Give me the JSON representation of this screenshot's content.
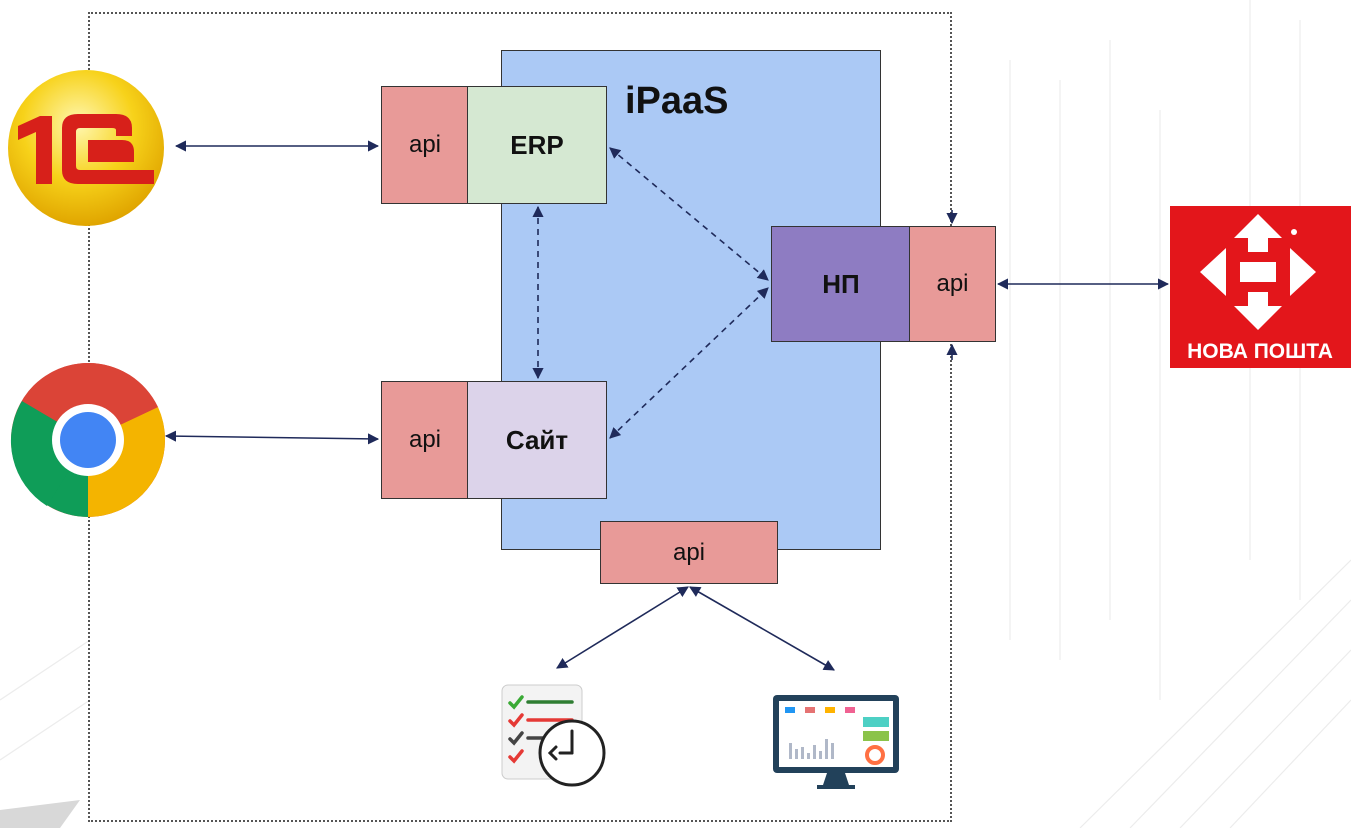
{
  "diagram": {
    "platform_title": "iPaaS",
    "api_label": "api",
    "erp_label": "ERP",
    "site_label": "Сайт",
    "np_label": "НП",
    "bottom_api_label": "api",
    "logos": {
      "onec_text": "1С",
      "nova_poshta_text": "НОВА ПОШТА"
    }
  },
  "colors": {
    "ipaas_bg": "#abc9f5",
    "api_bg": "#e89a98",
    "erp_bg": "#d5e8d2",
    "site_bg": "#dcd3ea",
    "np_bg": "#8e7cc2",
    "nova_poshta_red": "#e3161b",
    "connector": "#1f2a5a"
  },
  "icons": [
    "onec-logo-icon",
    "chrome-logo-icon",
    "nova-poshta-logo-icon",
    "task-schedule-icon",
    "dashboard-monitor-icon"
  ]
}
